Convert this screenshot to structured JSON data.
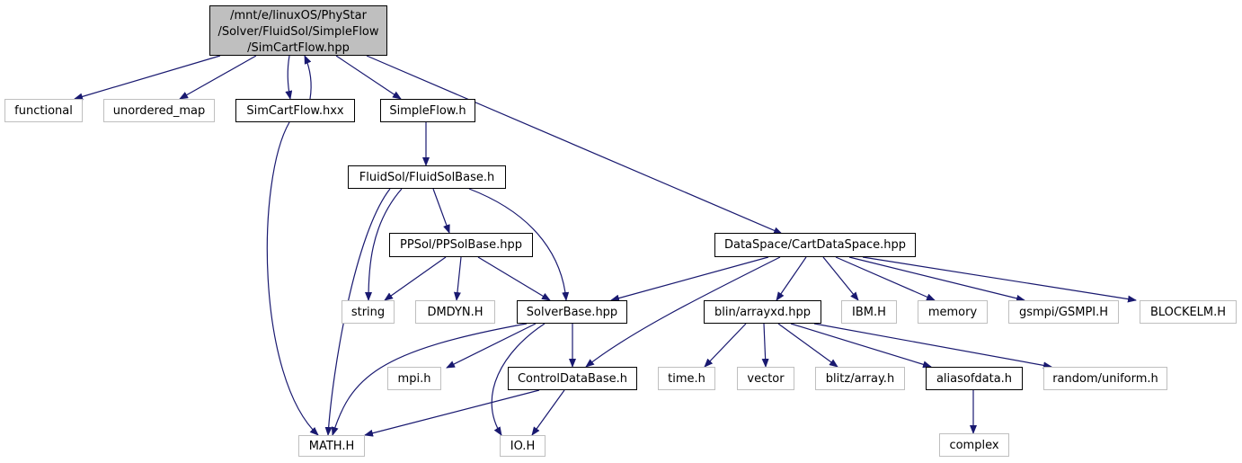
{
  "colors": {
    "edge": "#191970",
    "external_border": "#bfbfbf",
    "documented_border": "#000000",
    "root_fill": "#bfbfbf"
  },
  "root": {
    "lines": [
      "/mnt/e/linuxOS/PhyStar",
      "/Solver/FluidSol/SimpleFlow",
      "/SimCartFlow.hpp"
    ]
  },
  "nodes": {
    "functional": "functional",
    "unordered_map": "unordered_map",
    "simcartflow_hxx": "SimCartFlow.hxx",
    "simpleflow_h": "SimpleFlow.h",
    "fluidsolbase_h": "FluidSol/FluidSolBase.h",
    "ppsolbase_hpp": "PPSol/PPSolBase.hpp",
    "cartdataspace_hpp": "DataSpace/CartDataSpace.hpp",
    "string": "string",
    "dmdyn_h": "DMDYN.H",
    "solverbase_hpp": "SolverBase.hpp",
    "arrayxd_hpp": "blin/arrayxd.hpp",
    "ibm_h": "IBM.H",
    "memory": "memory",
    "gsmpi_h": "gsmpi/GSMPI.H",
    "blockelm_h": "BLOCKELM.H",
    "mpi_h": "mpi.h",
    "controldatabase_h": "ControlDataBase.h",
    "time_h": "time.h",
    "vector": "vector",
    "blitz_array_h": "blitz/array.h",
    "aliasofdata_h": "aliasofdata.h",
    "random_uniform_h": "random/uniform.h",
    "math_h": "MATH.H",
    "io_h": "IO.H",
    "complex": "complex"
  }
}
